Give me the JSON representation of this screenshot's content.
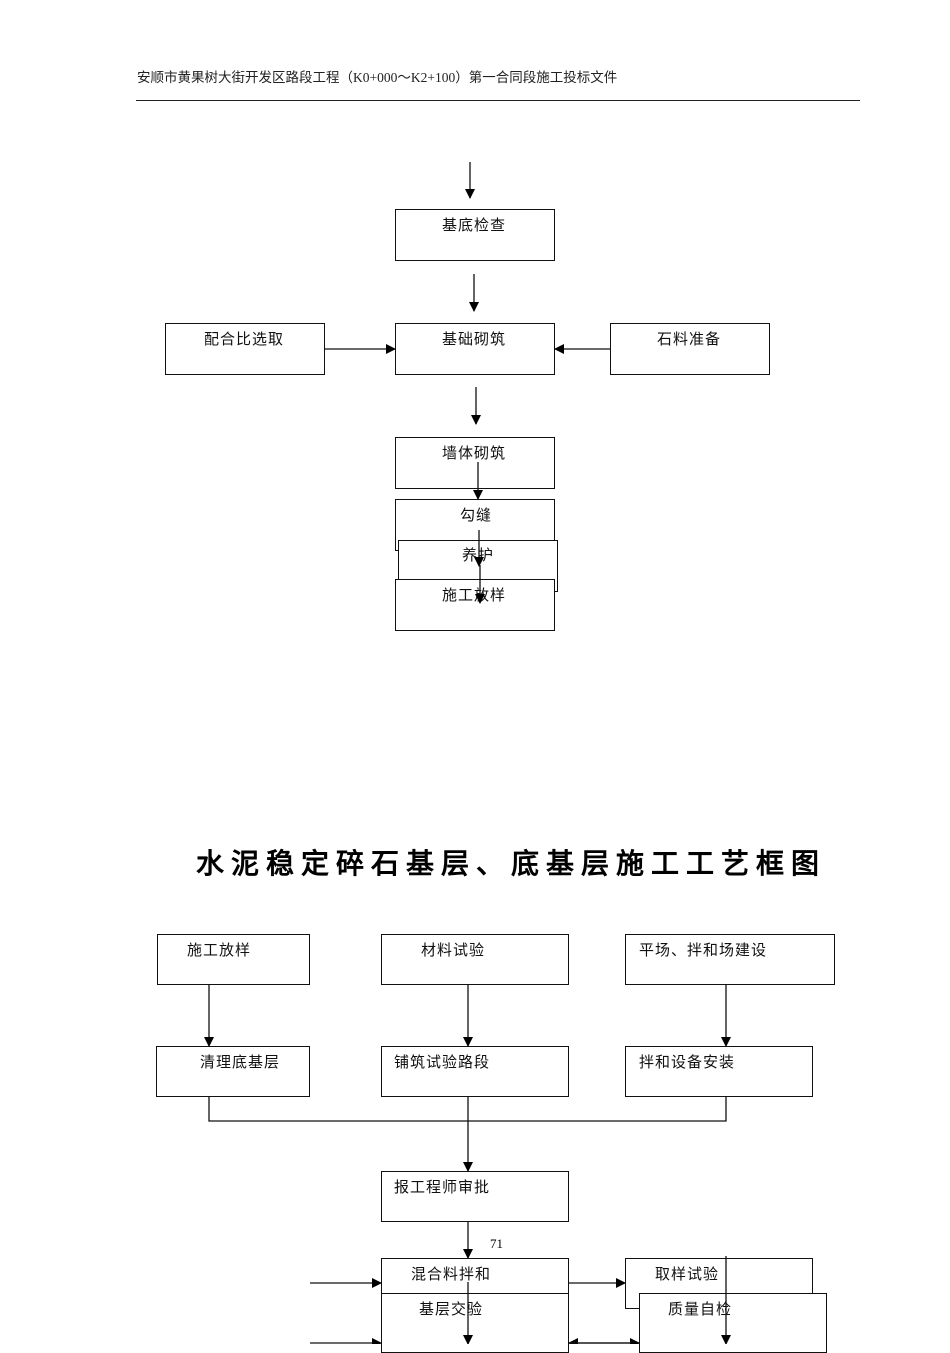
{
  "header": {
    "title": "安顺市黄果树大街开发区路段工程（K0+000～K2+100）第一合同段施工投标文件"
  },
  "diagram1": {
    "nodes": {
      "base_check": "基底检查",
      "mix_ratio": "配合比选取",
      "foundation_masonry": "基础砌筑",
      "stone_prep": "石料准备",
      "wall_masonry": "墙体砌筑",
      "pointing": "勾缝",
      "curing": "养护",
      "layout": "施工放样"
    }
  },
  "diagram2": {
    "title": "水泥稳定碎石基层、底基层施工工艺框图",
    "nodes": {
      "layout": "施工放样",
      "material_test": "材料试验",
      "site_build": "平场、拌和场建设",
      "clean_subbase": "清理底基层",
      "trial_section": "铺筑试验路段",
      "mixer_install": "拌和设备安装",
      "engineer_approval": "报工程师审批",
      "mixing": "混合料拌和",
      "sampling_test": "取样试验",
      "base_handover": "基层交验",
      "self_check": "质量自检"
    }
  },
  "footer": {
    "page_number": "71"
  }
}
